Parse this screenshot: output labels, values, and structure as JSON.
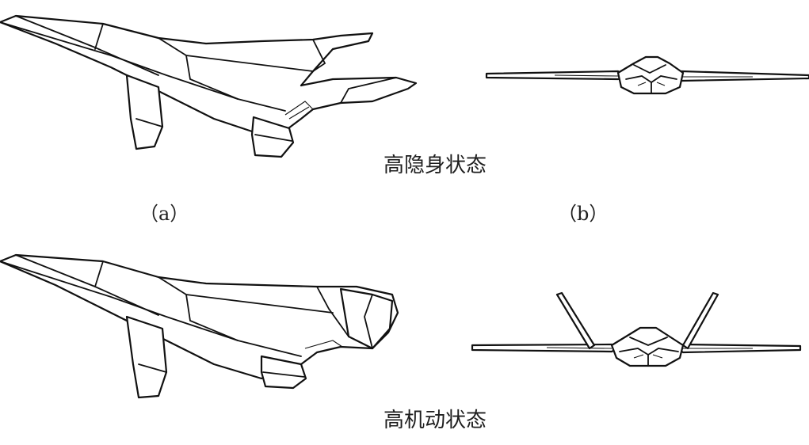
{
  "captions": {
    "high_stealth": "高隐身状态",
    "high_maneuver": "高机动状态"
  },
  "panel_labels": {
    "a": "（a）",
    "b": "（b）"
  },
  "colors": {
    "line": "#111111",
    "background": "#ffffff"
  }
}
